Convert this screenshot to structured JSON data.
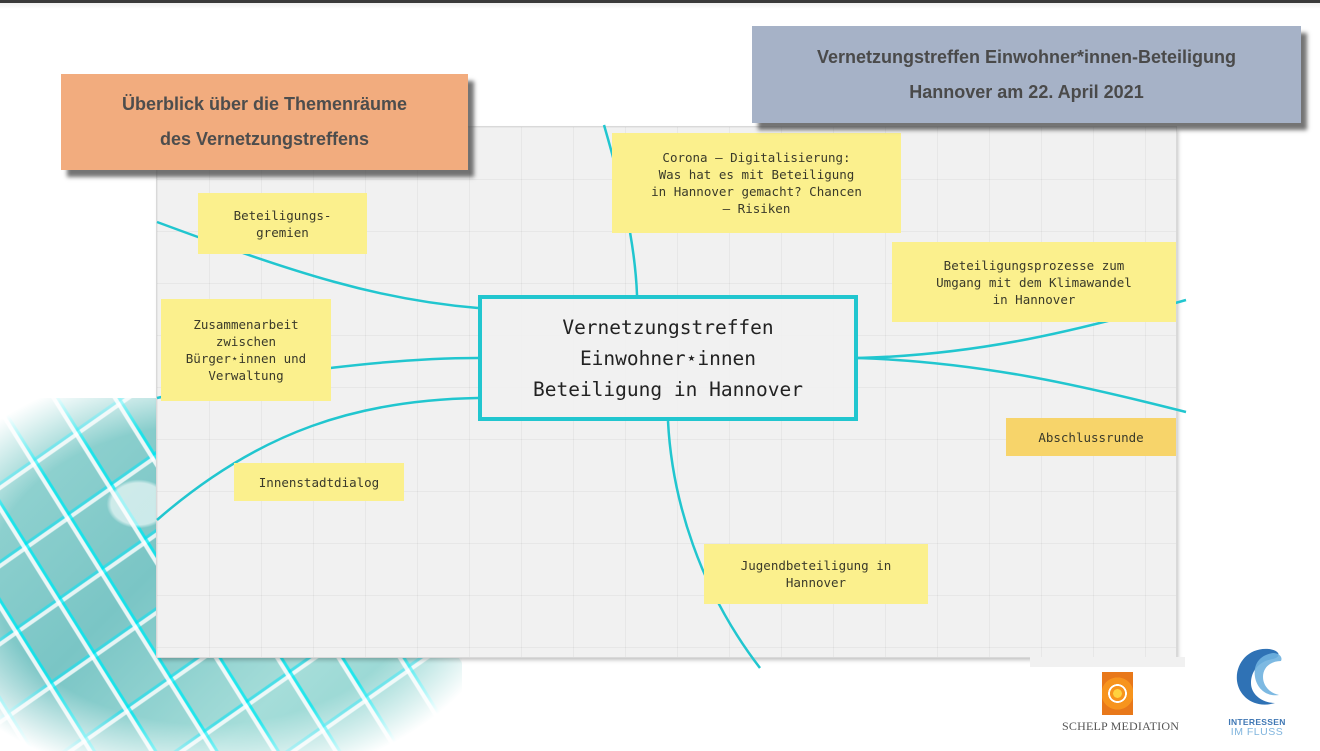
{
  "slide": {
    "title_lines": [
      "Überblick über die Themenräume",
      "des Vernetzungstreffens"
    ],
    "event_lines": [
      "Vernetzungstreffen Einwohner*innen-Beteiligung",
      "Hannover am 22. April 2021"
    ]
  },
  "mindmap": {
    "central_topic": "Vernetzungstreffen\nEinwohner⋆innen\nBeteiligung in Hannover",
    "topics": [
      {
        "id": "beteiligungsgremien",
        "label": "Beteiligungs-\ngremien"
      },
      {
        "id": "corona",
        "label": "Corona – Digitalisierung:\nWas hat es mit Beteiligung\nin Hannover gemacht? Chancen\n– Risiken"
      },
      {
        "id": "klimawandel",
        "label": "Beteiligungsprozesse zum\nUmgang mit dem Klimawandel\nin Hannover"
      },
      {
        "id": "zusammenarbeit",
        "label": "Zusammenarbeit\nzwischen\nBürger⋆innen und\nVerwaltung"
      },
      {
        "id": "abschlussrunde",
        "label": "Abschlussrunde"
      },
      {
        "id": "innenstadtdialog",
        "label": "Innenstadtdialog"
      },
      {
        "id": "jugendbeteiligung",
        "label": "Jugendbeteiligung in\nHannover"
      }
    ],
    "colors": {
      "connector": "#21c6cf",
      "sticky": "#fbf08d",
      "sticky_highlight": "#f7d46a"
    }
  },
  "logos": {
    "schelp": "SCHELP MEDIATION",
    "fluss_line1": "INTERESSEN",
    "fluss_line2": "IM FLUSS"
  },
  "colors": {
    "title_box": "#f2ac7e",
    "event_box": "#a6b2c7"
  }
}
